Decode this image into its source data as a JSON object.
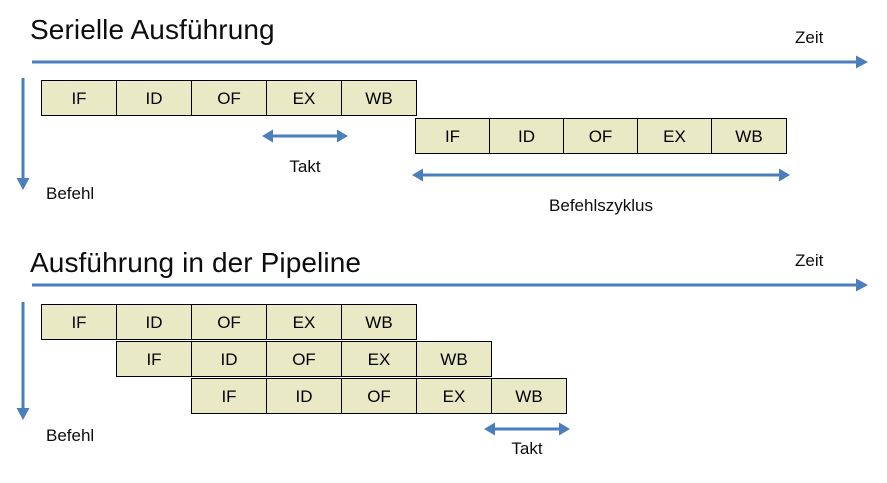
{
  "colors": {
    "cell_fill": "#e9e9c6",
    "cell_border": "#000000",
    "arrow_blue": "#4a7ebc",
    "text": "#0d0d0d",
    "background": "#ffffff"
  },
  "sections": [
    {
      "id": "serial",
      "title": "Serielle Ausführung",
      "time_axis_label": "Zeit",
      "instruction_axis_label": "Befehl",
      "rows": [
        {
          "stages": [
            "IF",
            "ID",
            "OF",
            "EX",
            "WB"
          ]
        },
        {
          "stages": [
            "IF",
            "ID",
            "OF",
            "EX",
            "WB"
          ]
        }
      ],
      "measures": [
        {
          "name": "takt",
          "label": "Takt"
        },
        {
          "name": "befehlszyklus",
          "label": "Befehlszyklus"
        }
      ]
    },
    {
      "id": "pipeline",
      "title": "Ausführung in der Pipeline",
      "time_axis_label": "Zeit",
      "instruction_axis_label": "Befehl",
      "rows": [
        {
          "stages": [
            "IF",
            "ID",
            "OF",
            "EX",
            "WB"
          ]
        },
        {
          "stages": [
            "IF",
            "ID",
            "OF",
            "EX",
            "WB"
          ]
        },
        {
          "stages": [
            "IF",
            "ID",
            "OF",
            "EX",
            "WB"
          ]
        }
      ],
      "measures": [
        {
          "name": "takt",
          "label": "Takt"
        }
      ]
    }
  ]
}
